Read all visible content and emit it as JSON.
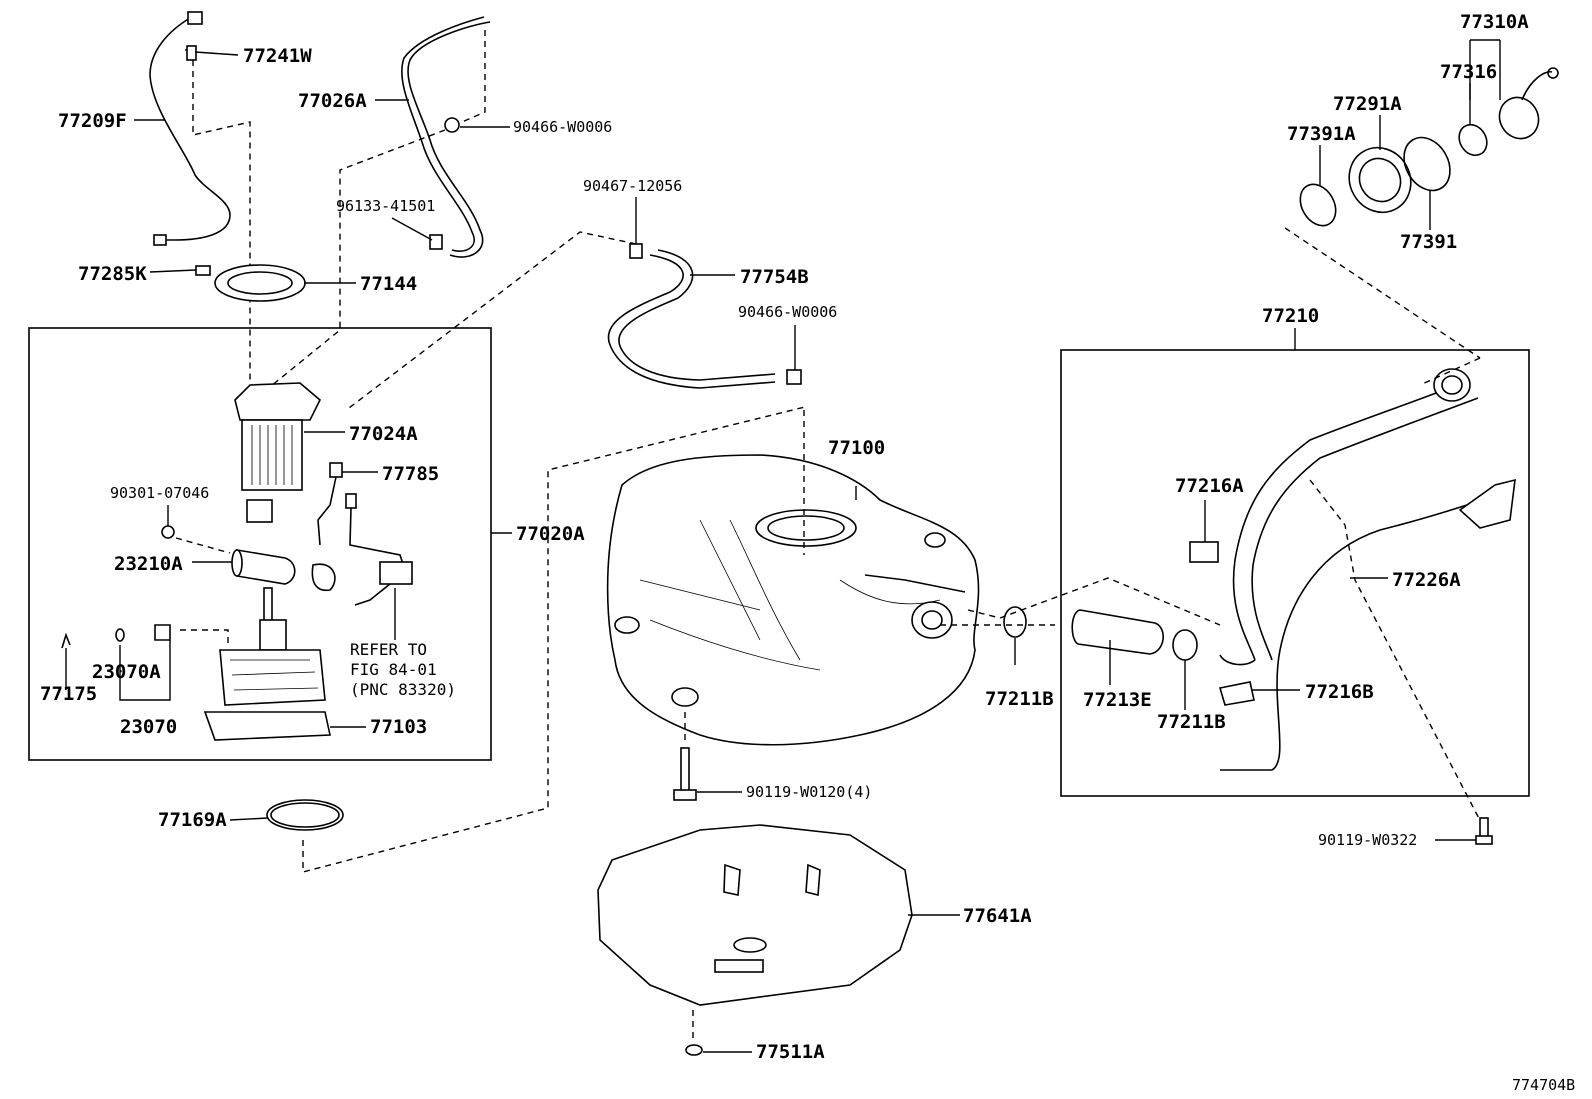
{
  "diagram": {
    "part_labels": {
      "p77310A": "77310A",
      "p77316": "77316",
      "p77291A": "77291A",
      "p77391A": "77391A",
      "p77391": "77391",
      "p77241W": "77241W",
      "p77026A": "77026A",
      "p90466_W0006_a": "90466-W0006",
      "p77209F": "77209F",
      "p96133_41501": "96133-41501",
      "p77285K": "77285K",
      "p77144": "77144",
      "p90467_12056": "90467-12056",
      "p77754B": "77754B",
      "p90466_W0006_b": "90466-W0006",
      "p77210": "77210",
      "p77024A": "77024A",
      "p77100": "77100",
      "p77785": "77785",
      "p90301_07046": "90301-07046",
      "p77020A": "77020A",
      "p77216A": "77216A",
      "p23210A": "23210A",
      "p77226A": "77226A",
      "p77211B_a": "77211B",
      "p77213E": "77213E",
      "p77211B_b": "77211B",
      "p77216B": "77216B",
      "p23070A": "23070A",
      "p77175": "77175",
      "p23070": "23070",
      "p77103": "77103",
      "p90119_W0120": "90119-W0120(4)",
      "p77169A": "77169A",
      "p90119_W0322": "90119-W0322",
      "p77641A": "77641A",
      "p77511A": "77511A"
    },
    "note_lines": [
      "REFER TO",
      "FIG 84-01",
      "(PNC 83320)"
    ],
    "figure_id": "774704B"
  }
}
